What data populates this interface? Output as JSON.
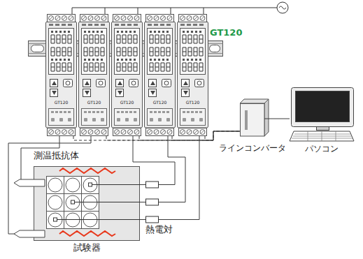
{
  "diagram": {
    "nodes": [
      {
        "text": [
          "GT120"
        ]
      },
      {
        "text": [
          "GT120"
        ]
      },
      {
        "text": [
          "GT120"
        ]
      },
      {
        "text": [
          "GT120"
        ]
      },
      {
        "text": [
          "GT120"
        ]
      },
      {
        "text": [
          "ラインコンバータ"
        ]
      },
      {
        "text": [
          "パソコン"
        ]
      },
      {
        "text": [
          "試験器"
        ]
      }
    ],
    "edges": [
      {
        "from": 0,
        "to": 5,
        "arrow": "none"
      },
      {
        "from": 1,
        "to": 5,
        "arrow": "none"
      },
      {
        "from": 2,
        "to": 5,
        "arrow": "none"
      },
      {
        "from": 3,
        "to": 5,
        "arrow": "none"
      },
      {
        "from": 4,
        "to": 5,
        "arrow": "none"
      },
      {
        "from": 5,
        "to": 6,
        "arrow": "none"
      },
      {
        "from": 0,
        "to": 7,
        "arrow": "none"
      },
      {
        "from": 1,
        "to": 7,
        "arrow": "none"
      },
      {
        "from": 2,
        "to": 7,
        "arrow": "none"
      },
      {
        "from": 3,
        "to": 7,
        "arrow": "none"
      },
      {
        "from": 4,
        "to": 7,
        "arrow": "none"
      }
    ],
    "labels": [
      "GT120",
      "測温抵抗体",
      "熱電対"
    ]
  }
}
